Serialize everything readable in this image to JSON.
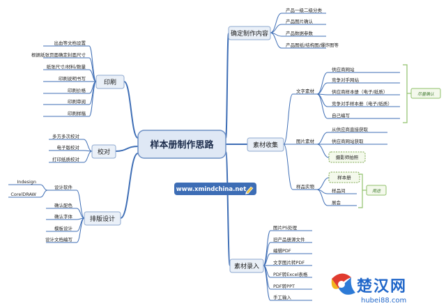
{
  "central": {
    "label": "样本册制作思路"
  },
  "url_badge": {
    "label": "www.xmindchina.net",
    "color": "#3d6db5"
  },
  "watermark": {
    "chinese": "楚汉网",
    "english": "hubei88.com"
  },
  "colors": {
    "line": "#3d6db5",
    "node_fill": "#eaf0f8",
    "node_stroke": "#8ea9cf",
    "note_stroke": "#8fc06a",
    "note_fill": "#f4f9ec",
    "dashed_stroke": "#7aa64a"
  },
  "branches": {
    "confirm_content": {
      "label": "确定制作内容",
      "children": [
        "产品一级二级分类",
        "产品图片确认",
        "产品数据参数",
        "产品图纸/结构图/爆炸图等"
      ]
    },
    "material_collect": {
      "label": "素材收集",
      "text_material": {
        "label": "文字素材",
        "children": [
          "供应商网站",
          "竞争对手网站",
          "供应商样本册（电子/纸质）",
          "竞争对手样本册（电子/纸质）",
          "自己编写"
        ]
      },
      "image_material": {
        "label": "图片素材",
        "children": [
          "从供应商直接获取",
          "供应商网站获取",
          "摄影师拍照"
        ]
      },
      "sample_object": {
        "label": "样品实物",
        "children": [
          "样本册",
          "样品间",
          "展会"
        ]
      },
      "notes": {
        "to_confirm": "尽量确认",
        "use": "用途"
      }
    },
    "material_entry": {
      "label": "素材录入",
      "children": [
        "图片PS处理",
        "旧产品册源文件",
        "编辑PDF",
        "文字图片转PDF",
        "PDF转Excel表格",
        "PDF转PPT",
        "手工输入"
      ]
    },
    "print": {
      "label": "印刷",
      "children": [
        "出血等文档设置",
        "根据纸张页面确定封面尺寸",
        "纸张尺寸/材料/数量",
        "印刷说明书写",
        "印刷价格",
        "印刷审阅",
        "印刷样稿"
      ]
    },
    "proofread": {
      "label": "校对",
      "children": [
        "多方多次校对",
        "电子版校对",
        "打印纸质校对"
      ]
    },
    "layout_design": {
      "label": "排版设计",
      "design_software": {
        "label": "设计软件",
        "children": [
          "Indesign",
          "CorelDRAW"
        ]
      },
      "children": [
        "确认配色",
        "确认字体",
        "模板设计",
        "设计文档编写"
      ]
    }
  }
}
